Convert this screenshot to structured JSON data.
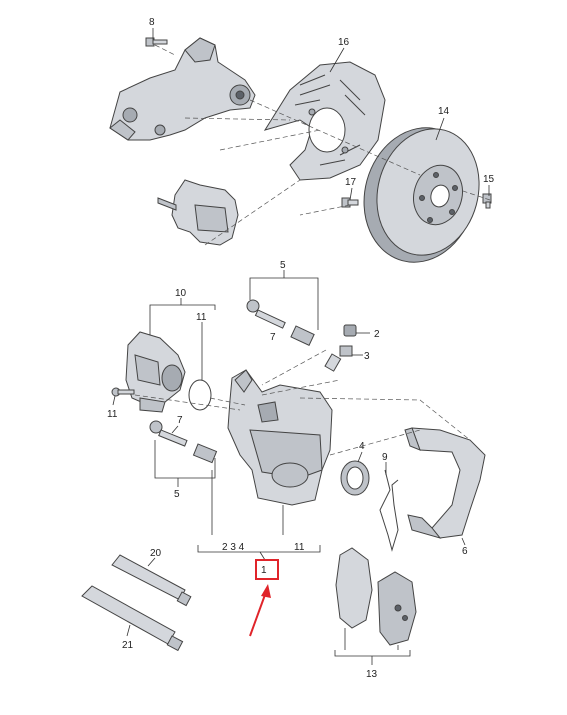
{
  "labels": {
    "l1": "1",
    "l2": "2",
    "l3": "3",
    "l4": "4",
    "l5a": "5",
    "l5b": "5",
    "l6": "6",
    "l7a": "7",
    "l7b": "7",
    "l8": "8",
    "l9": "9",
    "l10": "10",
    "l11a": "11",
    "l11b": "11",
    "l13": "13",
    "l14": "14",
    "l15": "15",
    "l16": "16",
    "l17": "17",
    "l20": "20",
    "l21": "21",
    "bottom_row_left": "2  3 4",
    "bottom_row_right": "11"
  },
  "highlight": {
    "target_label": "1",
    "box_color": "#e0242a",
    "arrow_color": "#e0242a"
  },
  "colors": {
    "part_fill": "#d4d7dc",
    "part_stroke": "#444444"
  }
}
